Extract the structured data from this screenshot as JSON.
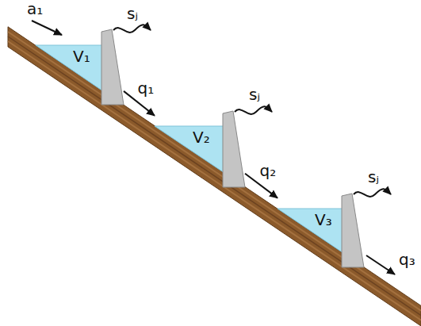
{
  "diagram": {
    "nodes": [
      {
        "text": [
          "V₁"
        ]
      },
      {
        "text": [
          "V₂"
        ]
      },
      {
        "text": [
          "V₃"
        ]
      }
    ],
    "edges": [
      {
        "from": 0,
        "to": 1,
        "arrow": "to",
        "label": "q₁"
      },
      {
        "from": 1,
        "to": 2,
        "arrow": "to",
        "label": "q₂"
      }
    ],
    "labels": [
      "a₁",
      "sⱼ",
      "sⱼ",
      "sⱼ",
      "q₃"
    ]
  }
}
